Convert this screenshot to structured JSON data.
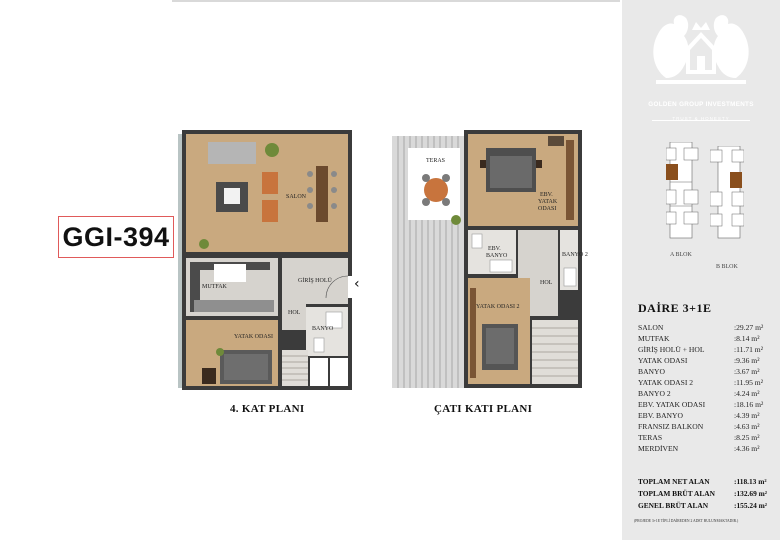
{
  "project_code": "GGI-394",
  "plans": {
    "floor4_title": "4. KAT PLANI",
    "roof_title": "ÇATI KATI PLANI"
  },
  "floor4_rooms": {
    "salon": "SALON",
    "mutfak": "MUTFAK",
    "giris_holu": "GİRİŞ HOLÜ",
    "hol": "HOL",
    "yatak_odasi": "YATAK ODASI",
    "banyo": "BANYO"
  },
  "roof_rooms": {
    "teras": "TERAS",
    "ebv_yatak_1": "EBV.",
    "ebv_yatak_2": "YATAK",
    "ebv_yatak_3": "ODASI",
    "ebv_banyo_1": "EBV.",
    "ebv_banyo_2": "BANYO",
    "banyo2": "BANYO 2",
    "hol": "HOL",
    "yatak_odasi2": "YATAK ODASI 2"
  },
  "brand": {
    "name": "GOLDEN GROUP INVESTMENTS",
    "tagline": "TRUST & HONESTY"
  },
  "blocks": {
    "a_label": "A BLOK",
    "b_label": "B BLOK",
    "highlight_color": "#8a4f1d"
  },
  "apartment": {
    "type": "DAİRE 3+1E",
    "rooms": [
      {
        "name": "SALON",
        "area": ":29.27 m²"
      },
      {
        "name": "MUTFAK",
        "area": ":8.14 m²"
      },
      {
        "name": "GİRİŞ HOLÜ + HOL",
        "area": ":11.71 m²"
      },
      {
        "name": "YATAK ODASI",
        "area": ":9.36 m²"
      },
      {
        "name": "BANYO",
        "area": ":3.67 m²"
      },
      {
        "name": "YATAK ODASI 2",
        "area": ":11.95 m²"
      },
      {
        "name": "BANYO 2",
        "area": ":4.24 m²"
      },
      {
        "name": "EBV. YATAK ODASI",
        "area": ":18.16 m²"
      },
      {
        "name": "EBV. BANYO",
        "area": ":4.39 m²"
      },
      {
        "name": "FRANSIZ BALKON",
        "area": ":4.63 m²"
      },
      {
        "name": "TERAS",
        "area": ":8.25 m²"
      },
      {
        "name": "MERDİVEN",
        "area": ":4.36 m²"
      }
    ],
    "totals": [
      {
        "name": "TOPLAM NET ALAN",
        "area": ":118.13 m²"
      },
      {
        "name": "TOPLAM BRÜT ALAN",
        "area": ":132.69 m²"
      },
      {
        "name": "GENEL BRÜT ALAN",
        "area": ":155.24 m²"
      }
    ],
    "footnote": "(PROJEDE 3+1E TİPLİ DAİREDEN 2 ADET BULUNMAKTADIR.)"
  },
  "colors": {
    "panel_bg": "#e9e9e9",
    "wall": "#3b3b3b",
    "floor_wood": "#c7a77f",
    "floor_tile": "#d7d4cf",
    "accent_box": "#e05a5a"
  }
}
